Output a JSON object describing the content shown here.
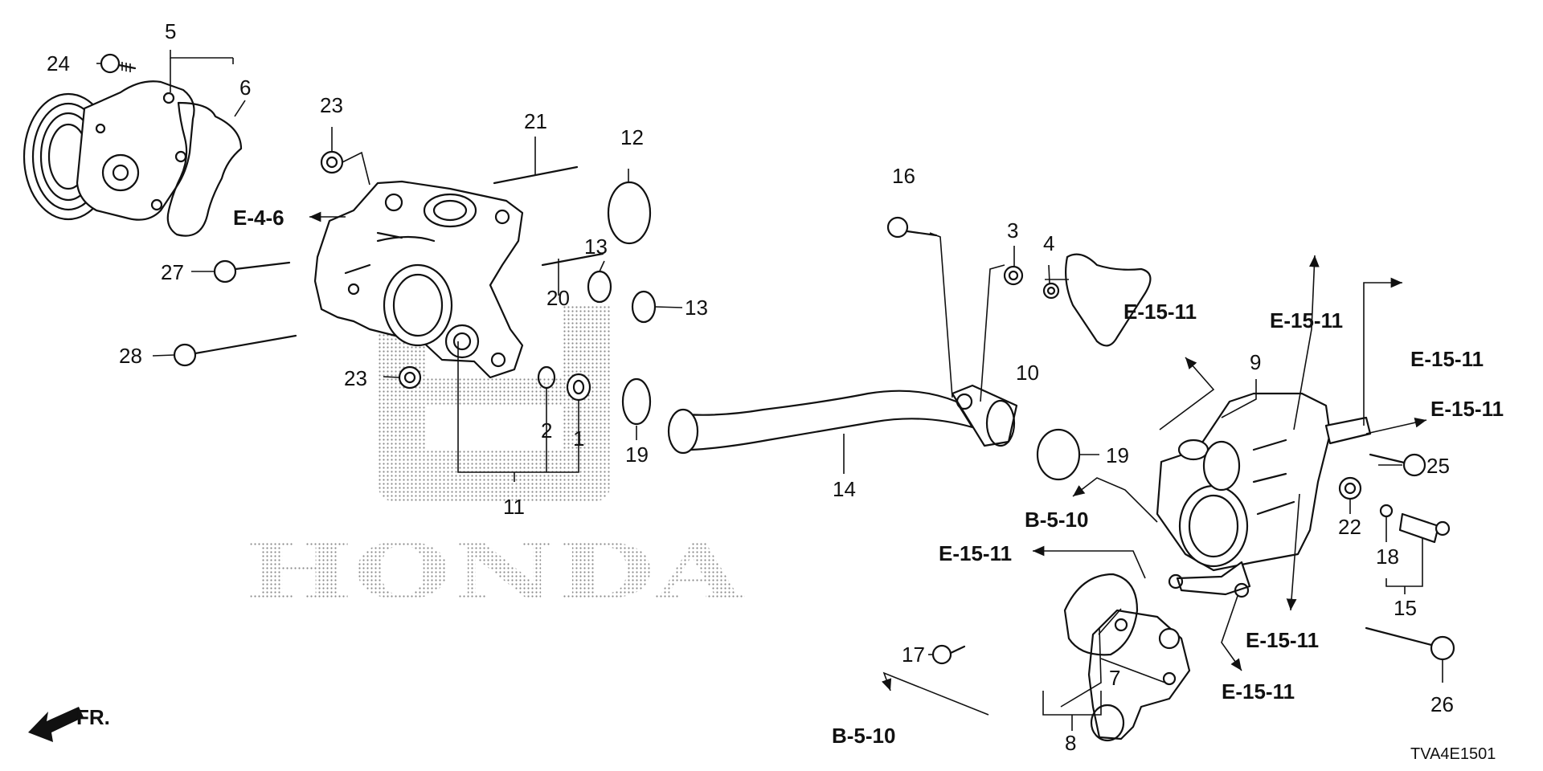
{
  "diagram_code": "TVA4E1501",
  "watermark": "HONDA",
  "direction_label": "FR.",
  "part_numbers": {
    "p1": "1",
    "p2": "2",
    "p3": "3",
    "p4": "4",
    "p5": "5",
    "p6": "6",
    "p7": "7",
    "p8": "8",
    "p9": "9",
    "p10": "10",
    "p11": "11",
    "p12": "12",
    "p13": "13",
    "p14": "14",
    "p15": "15",
    "p16": "16",
    "p17": "17",
    "p18": "18",
    "p19": "19",
    "p20": "20",
    "p21": "21",
    "p22": "22",
    "p23": "23",
    "p24": "24",
    "p25": "25",
    "p26": "26",
    "p27": "27",
    "p28": "28"
  },
  "references": {
    "e_4_6": "E-4-6",
    "e_15_11": "E-15-11",
    "b_5_10": "B-5-10"
  }
}
